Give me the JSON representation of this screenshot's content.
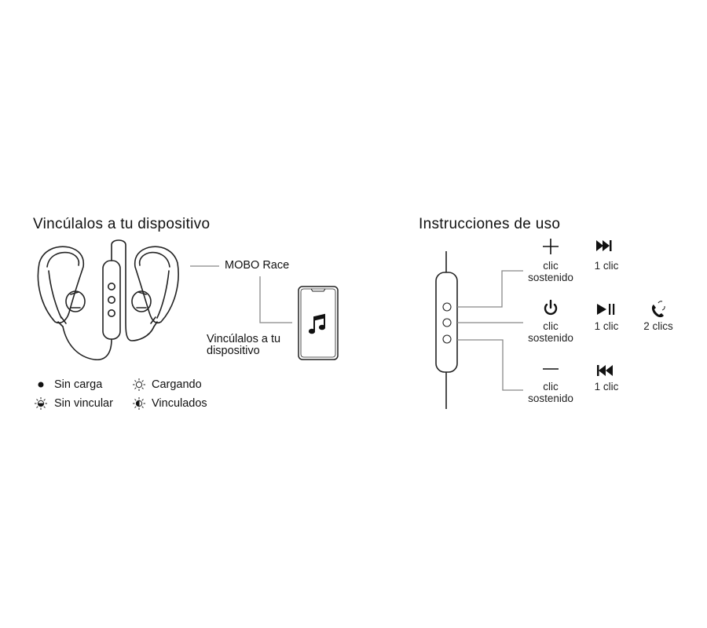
{
  "left": {
    "title": "Vincúlalos a tu dispositivo",
    "product_label": "MOBO Race",
    "pair_label_line1": "Vincúlalos a tu",
    "pair_label_line2": "dispositivo",
    "legend": [
      {
        "icon": "dot-icon",
        "label": "Sin carga"
      },
      {
        "icon": "light-outline-icon",
        "label": "Cargando"
      },
      {
        "icon": "light-half-icon",
        "label": "Sin vincular"
      },
      {
        "icon": "light-left-half-icon",
        "label": "Vinculados"
      }
    ]
  },
  "right": {
    "title": "Instrucciones de uso",
    "rows": [
      {
        "button_icon": "plus-icon",
        "hold_line1": "clic",
        "hold_line2": "sostenido",
        "action_icon": "next-track-icon",
        "action_label": "1 clic"
      },
      {
        "button_icon": "power-icon",
        "hold_line1": "clic",
        "hold_line2": "sostenido",
        "action_icon": "play-pause-icon",
        "action_label": "1 clic",
        "extra_icon": "call-icon",
        "extra_label": "2 clics"
      },
      {
        "button_icon": "minus-icon",
        "hold_line1": "clic",
        "hold_line2": "sostenido",
        "action_icon": "previous-track-icon",
        "action_label": "1 clic"
      }
    ]
  }
}
